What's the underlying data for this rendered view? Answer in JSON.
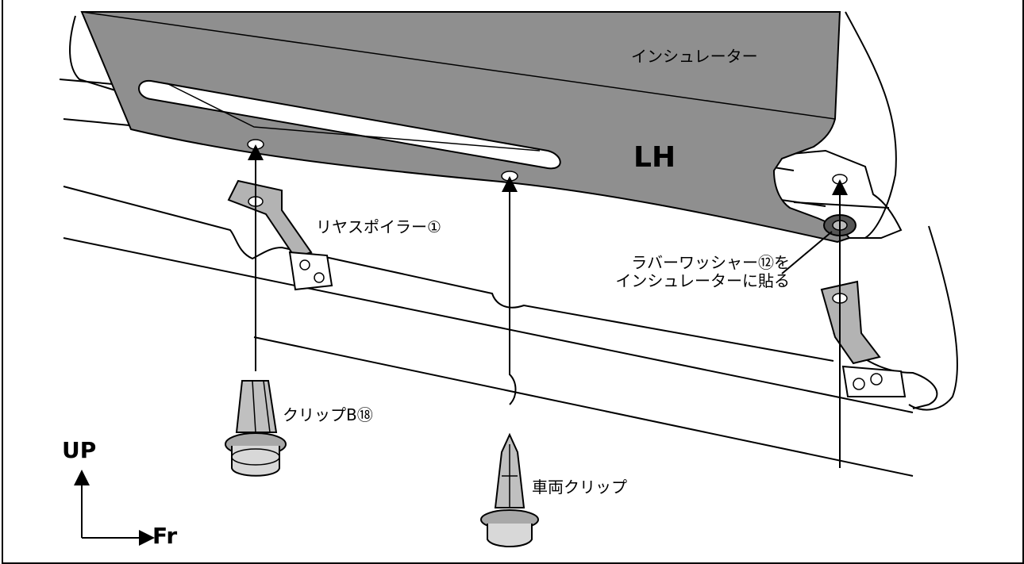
{
  "labels": {
    "insulator": "インシュレーター",
    "side": "LH",
    "rear_spoiler": "リヤスポイラー①",
    "rubber_washer_line1": "ラバーワッシャー⑫を",
    "rubber_washer_line2": "インシュレーターに貼る",
    "clip_b": "クリップB⑱",
    "vehicle_clip": "車両クリップ",
    "up": "UP",
    "front": "Fr"
  },
  "colors": {
    "insulator_fill": "#8f8f8f",
    "bracket_fill": "#b3b3b3",
    "line": "#000000"
  }
}
